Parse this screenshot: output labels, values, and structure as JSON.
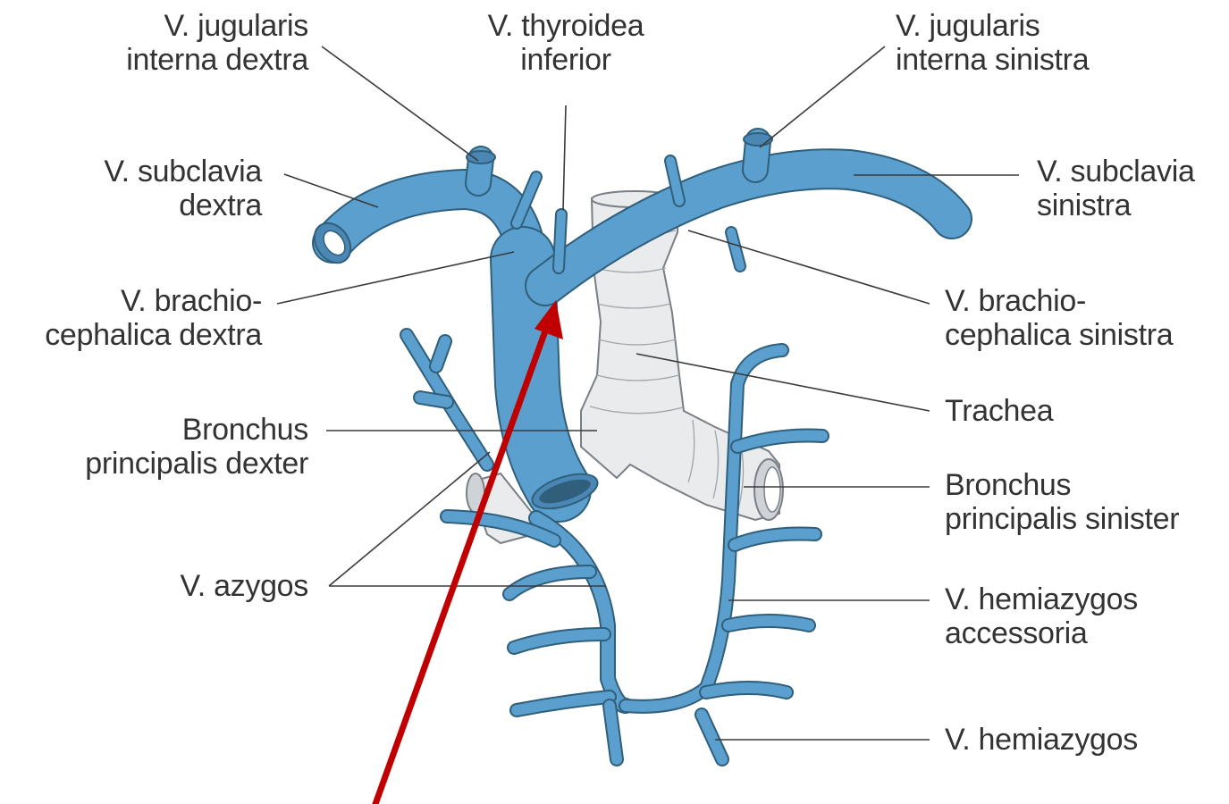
{
  "colors": {
    "vein": "#5b9fcf",
    "vein_outline": "#2f5f7a",
    "trachea": "#e9ebed",
    "trachea_outline": "#7a7f85",
    "arrow": "#c00000",
    "text": "#333333"
  },
  "labels": {
    "jugularis_dextra": [
      "V. jugularis",
      "interna dextra"
    ],
    "thyroidea": [
      "V. thyroidea",
      "inferior"
    ],
    "jugularis_sinistra": [
      "V. jugularis",
      "interna sinistra"
    ],
    "subclavia_dextra": [
      "V. subclavia",
      "dextra"
    ],
    "subclavia_sinistra": [
      "V. subclavia",
      "sinistra"
    ],
    "brachio_dextra": [
      "V. brachio-",
      "cephalica dextra"
    ],
    "brachio_sinistra": [
      "V. brachio-",
      "cephalica sinistra"
    ],
    "trachea": [
      "Trachea"
    ],
    "bronchus_dexter": [
      "Bronchus",
      "principalis dexter"
    ],
    "bronchus_sinister": [
      "Bronchus",
      "principalis sinister"
    ],
    "azygos": [
      "V. azygos"
    ],
    "hemiazygos_accessoria": [
      "V. hemiazygos",
      "accessoria"
    ],
    "hemiazygos": [
      "V. hemiazygos"
    ]
  },
  "pointer_arrow": {
    "color": "#c00000",
    "icon": "red-arrow-icon"
  }
}
